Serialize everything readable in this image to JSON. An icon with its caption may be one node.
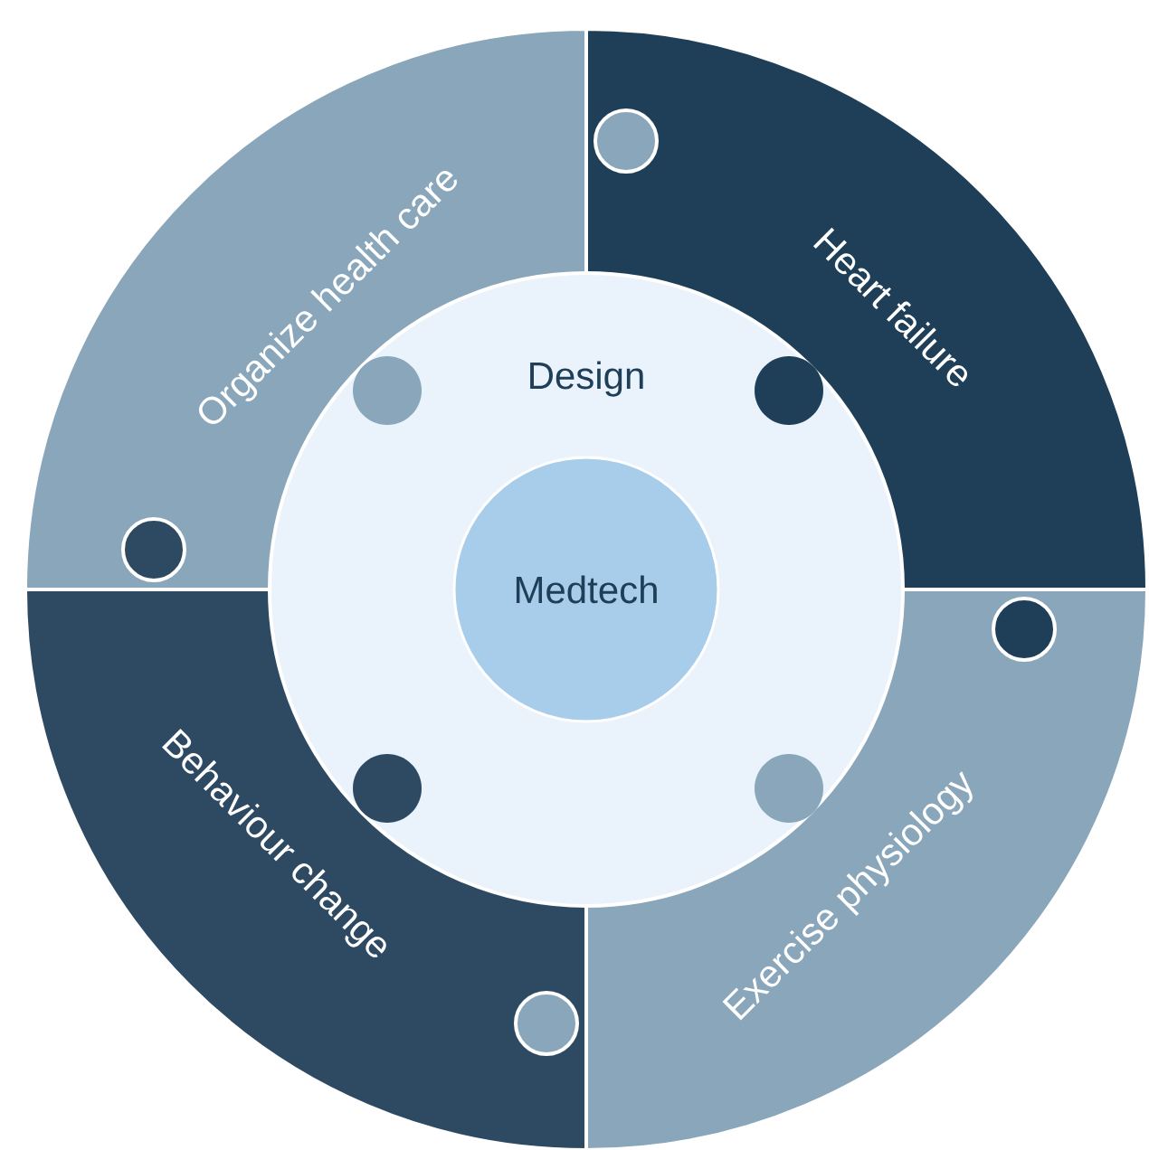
{
  "diagram": {
    "nodes": [
      {
        "text": [
          "Organize health care"
        ]
      },
      {
        "text": [
          "Heart failure"
        ]
      },
      {
        "text": [
          "Behaviour change"
        ]
      },
      {
        "text": [
          "Exercise physiology"
        ]
      },
      {
        "text": [
          "Design"
        ]
      },
      {
        "text": [
          "Medtech"
        ],
        "in": 4
      }
    ]
  }
}
